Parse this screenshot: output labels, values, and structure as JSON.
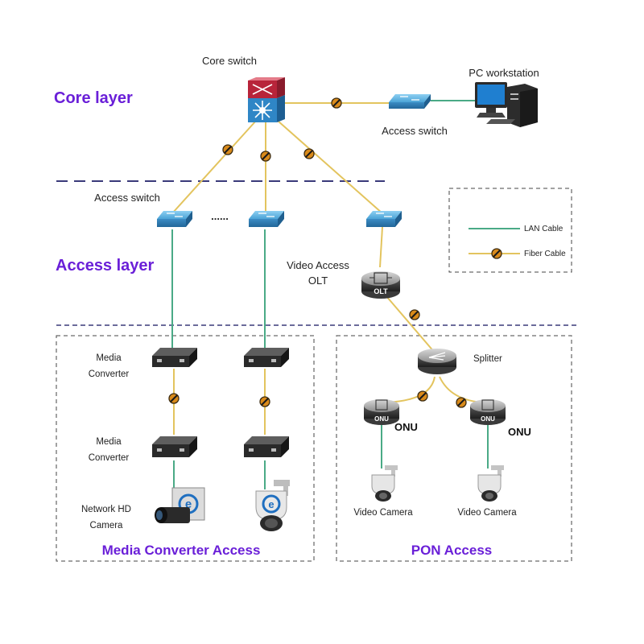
{
  "layers": {
    "core": "Core layer",
    "access": "Access layer"
  },
  "sections": {
    "media_converter": "Media Converter Access",
    "pon": "PON Access"
  },
  "devices": {
    "core_switch": "Core switch",
    "pc_workstation": "PC workstation",
    "access_switch_right": "Access switch",
    "access_switch_left": "Access switch",
    "ellipsis": "......",
    "video_access_line1": "Video Access",
    "video_access_line2": "OLT",
    "olt_badge": "OLT",
    "splitter": "Splitter",
    "onu_left": "ONU",
    "onu_right": "ONU",
    "media_converter_1_line1": "Media",
    "media_converter_1_line2": "Converter",
    "media_converter_2_line1": "Media",
    "media_converter_2_line2": "Converter",
    "camera_hd_line1": "Network HD",
    "camera_hd_line2": "Camera",
    "video_camera_left": "Video Camera",
    "video_camera_right": "Video Camera"
  },
  "legend": {
    "lan": "LAN Cable",
    "fiber": "Fiber Cable"
  },
  "colors": {
    "layer_text": "#6a1fd8",
    "lan_cable": "#4aaa86",
    "fiber_cable": "#e3c45e",
    "switch_blue": "#3d8fc6",
    "core_red": "#b8243a",
    "dash_line": "#3a3a7a"
  }
}
